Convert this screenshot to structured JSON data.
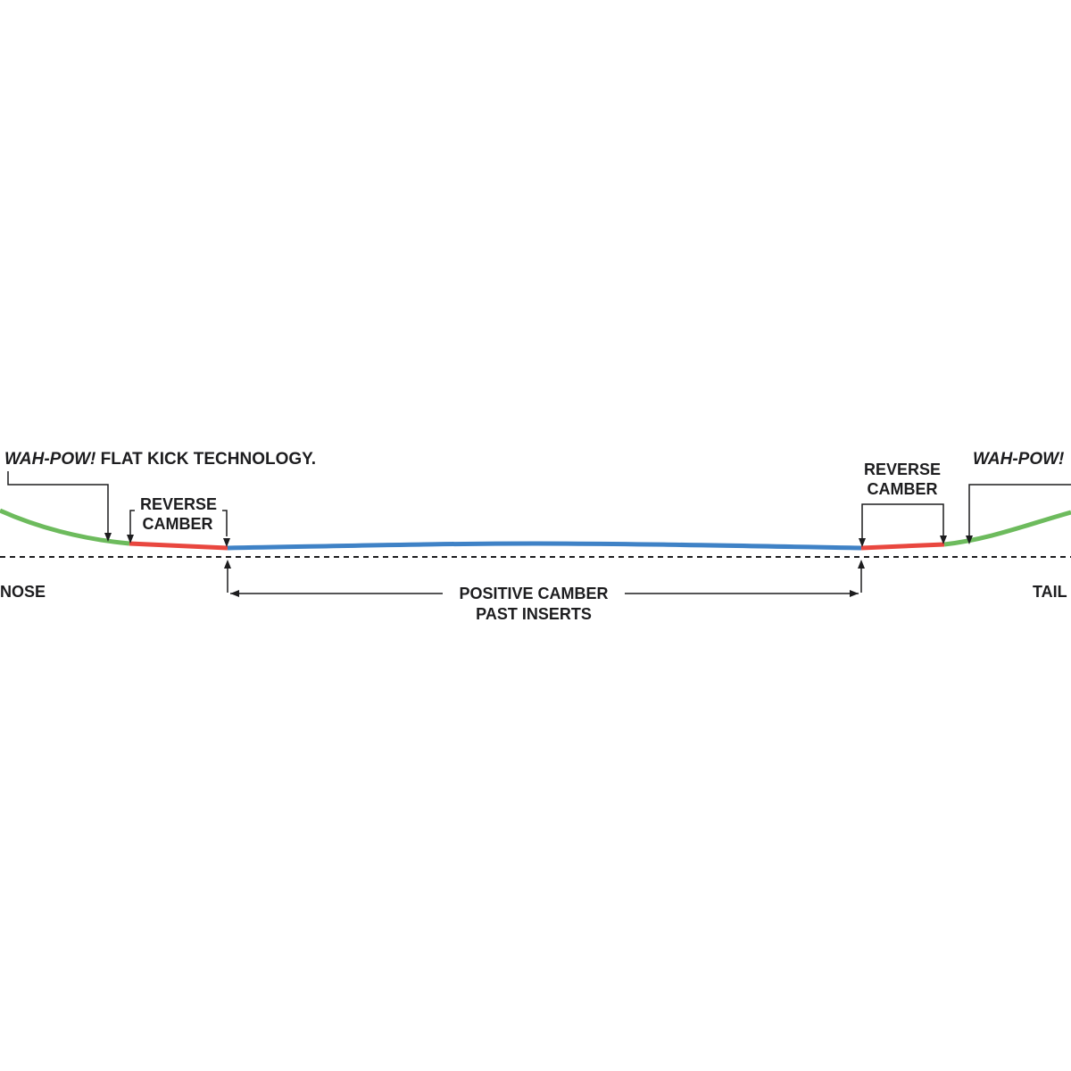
{
  "labels": {
    "wah_pow_nose_em": "WAH-POW!",
    "wah_pow_nose_rest": " FLAT KICK TECHNOLOGY.",
    "wah_pow_tail_em": "WAH-POW!",
    "reverse_camber_left_line1": "REVERSE",
    "reverse_camber_left_line2": "CAMBER",
    "reverse_camber_right_line1": "REVERSE",
    "reverse_camber_right_line2": "CAMBER",
    "nose": "NOSE",
    "tail": "TAIL",
    "positive_camber_line1": "POSITIVE CAMBER",
    "positive_camber_line2": "PAST INSERTS"
  },
  "profile_segments": [
    {
      "name": "flat-kick",
      "color": "#6dbb5d"
    },
    {
      "name": "reverse-camber",
      "color": "#e9473f"
    },
    {
      "name": "positive-camber",
      "color": "#3f82c6"
    }
  ],
  "colors": {
    "text": "#1d1d1f",
    "line": "#1d1d1f",
    "background": "#ffffff"
  }
}
